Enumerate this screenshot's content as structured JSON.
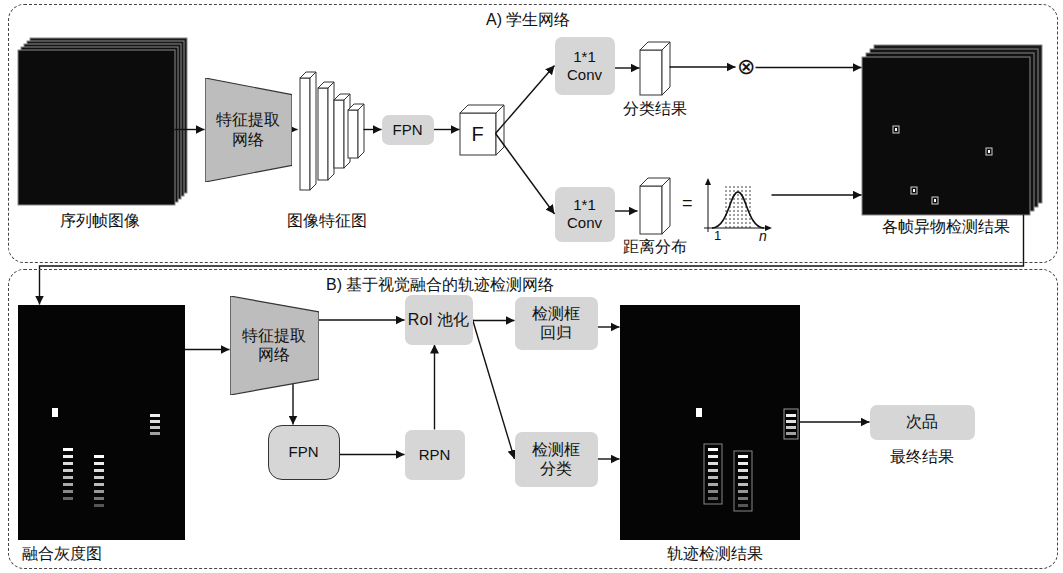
{
  "diagram": {
    "nodes": [
      {
        "text": [
          "A) 学生网络"
        ]
      },
      {
        "text": [
          "序列帧图像"
        ],
        "in": 0
      },
      {
        "text": [
          "特征提取 网络"
        ],
        "in": 0
      },
      {
        "text": [
          "图像特征图"
        ],
        "in": 0
      },
      {
        "text": [
          "FPN"
        ],
        "in": 0
      },
      {
        "text": [
          "F"
        ],
        "in": 0
      },
      {
        "text": [
          "1*1 Conv"
        ],
        "in": 0
      },
      {
        "text": [
          "1*1 Conv"
        ],
        "in": 0
      },
      {
        "text": [
          "分类结果"
        ],
        "in": 0
      },
      {
        "text": [
          "⊗"
        ],
        "in": 0
      },
      {
        "text": [
          "距离分布"
        ],
        "in": 0
      },
      {
        "text": [
          "各帧异物检测结果"
        ],
        "in": 0
      },
      {
        "text": [
          "B) 基于视觉融合的轨迹检测网络"
        ]
      },
      {
        "text": [
          "融合灰度图"
        ],
        "in": 12
      },
      {
        "text": [
          "特征提取 网络"
        ],
        "in": 12
      },
      {
        "text": [
          "FPN"
        ],
        "in": 12
      },
      {
        "text": [
          "RoI 池化"
        ],
        "in": 12
      },
      {
        "text": [
          "RPN"
        ],
        "in": 12
      },
      {
        "text": [
          "检测框 回归"
        ],
        "in": 12
      },
      {
        "text": [
          "检测框 分类"
        ],
        "in": 12
      },
      {
        "text": [
          "轨迹检测结果"
        ],
        "in": 12
      },
      {
        "text": [
          "次品",
          "最终结果"
        ],
        "in": 12
      }
    ],
    "edges": [
      {
        "from": 1,
        "to": 2,
        "arrow": "to"
      },
      {
        "from": 2,
        "to": 3,
        "arrow": "to"
      },
      {
        "from": 3,
        "to": 4,
        "arrow": "to"
      },
      {
        "from": 4,
        "to": 5,
        "arrow": "to"
      },
      {
        "from": 5,
        "to": 6,
        "arrow": "to"
      },
      {
        "from": 5,
        "to": 7,
        "arrow": "to"
      },
      {
        "from": 6,
        "to": 8,
        "arrow": "to"
      },
      {
        "from": 8,
        "to": 9,
        "arrow": "to"
      },
      {
        "from": 9,
        "to": 11,
        "arrow": "to"
      },
      {
        "from": 7,
        "to": 10,
        "arrow": "to"
      },
      {
        "from": 10,
        "to": 11,
        "arrow": "to"
      },
      {
        "from": 11,
        "to": 13,
        "arrow": "to"
      },
      {
        "from": 13,
        "to": 14,
        "arrow": "to"
      },
      {
        "from": 14,
        "to": 16,
        "arrow": "to"
      },
      {
        "from": 14,
        "to": 15,
        "arrow": "to"
      },
      {
        "from": 15,
        "to": 17,
        "arrow": "to"
      },
      {
        "from": 17,
        "to": 16,
        "arrow": "to"
      },
      {
        "from": 16,
        "to": 18,
        "arrow": "to"
      },
      {
        "from": 16,
        "to": 19,
        "arrow": "to"
      },
      {
        "from": 18,
        "to": 20,
        "arrow": "to"
      },
      {
        "from": 19,
        "to": 20,
        "arrow": "to"
      },
      {
        "from": 20,
        "to": 21,
        "arrow": "to"
      }
    ],
    "labels": [
      "=",
      "1",
      "n"
    ]
  }
}
